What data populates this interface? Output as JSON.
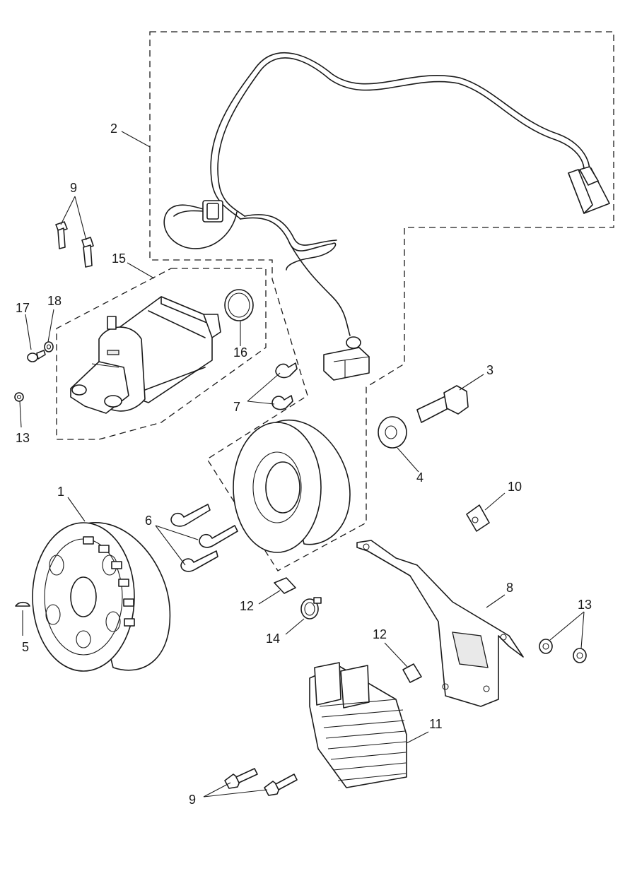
{
  "callouts": {
    "c1": "1",
    "c2": "2",
    "c3": "3",
    "c4": "4",
    "c5": "5",
    "c6": "6",
    "c7": "7",
    "c8": "8",
    "c9a": "9",
    "c9b": "9",
    "c10": "10",
    "c11": "11",
    "c12a": "12",
    "c12b": "12",
    "c13a": "13",
    "c13b": "13",
    "c14": "14",
    "c15": "15",
    "c16": "16",
    "c17": "17",
    "c18": "18"
  }
}
